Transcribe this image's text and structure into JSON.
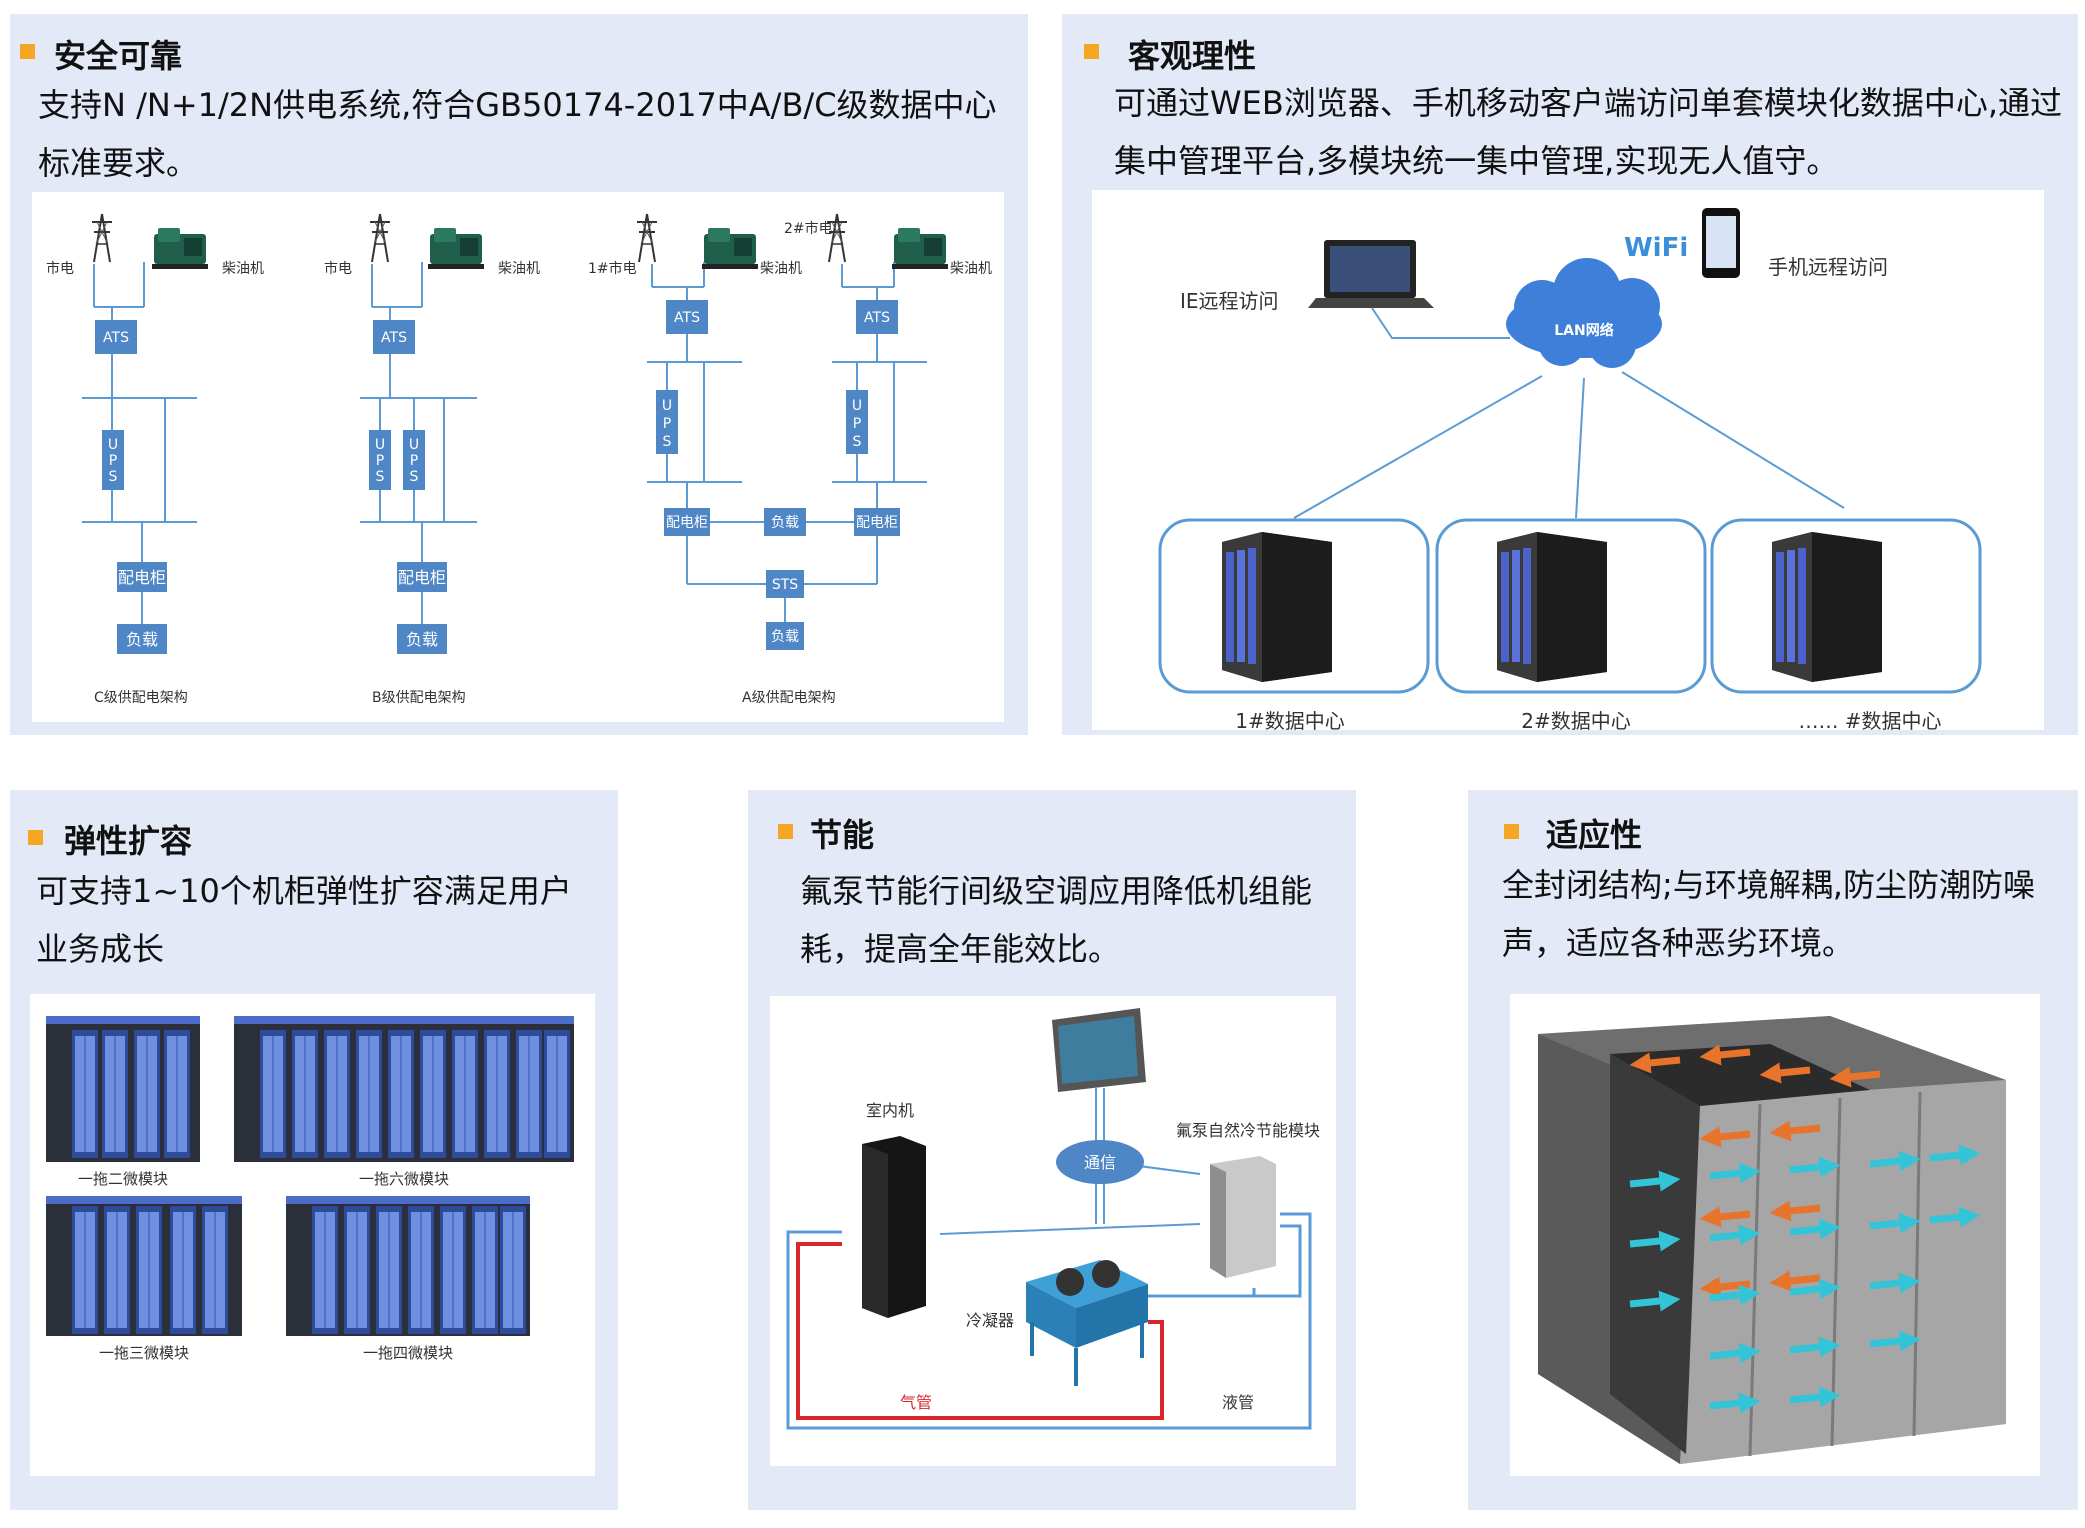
{
  "panels": {
    "safety": {
      "title": "安全可靠",
      "desc": "支持N /N+1/2N供电系统,符合GB50174-2017中A/B/C级数据中心标准要求。",
      "labels": {
        "city": "市电",
        "diesel": "柴油机",
        "city1": "1#市电",
        "city2": "2#市电",
        "ats": "ATS",
        "ups_u": "U",
        "ups_p": "P",
        "ups_s": "S",
        "cabinet": "配电柜",
        "load": "负载",
        "sts": "STS",
        "c_arch": "C级供配电架构",
        "b_arch": "B级供配电架构",
        "a_arch": "A级供配电架构"
      }
    },
    "manage": {
      "title": "客观理性",
      "desc": "可通过WEB浏览器、手机移动客户端访问单套模块化数据中心,通过集中管理平台,多模块统一集中管理,实现无人值守。",
      "labels": {
        "ie": "IE远程访问",
        "mobile": "手机远程访问",
        "wifi": "WiFi",
        "lan": "LAN网络",
        "dc1": "1#数据中心",
        "dc2": "2#数据中心",
        "dcn": "…… #数据中心"
      }
    },
    "expand": {
      "title": "弹性扩容",
      "desc": "可支持1~10个机柜弹性扩容满足用户业务成长",
      "labels": {
        "m2": "一拖二微模块",
        "m6": "一拖六微模块",
        "m3": "一拖三微模块",
        "m4": "一拖四微模块"
      }
    },
    "energy": {
      "title": "节能",
      "desc": "氟泵节能行间级空调应用降低机组能耗，提高全年能效比。",
      "labels": {
        "indoor": "室内机",
        "comm": "通信",
        "pump": "氟泵自然冷节能模块",
        "condenser": "冷凝器",
        "gas": "气管",
        "liquid": "液管"
      }
    },
    "adapt": {
      "title": "适应性",
      "desc": "全封闭结构;与环境解耦,防尘防潮防噪声，适应各种恶劣环境。"
    }
  },
  "colors": {
    "panel_bg": "#e4e9f7",
    "accent": "#f5a623",
    "box_blue": "#4f86c6",
    "line_blue": "#5b9bd5",
    "pipe_red": "#d9262c",
    "arrow_cyan": "#33c4d8",
    "arrow_orange": "#e8732a"
  }
}
